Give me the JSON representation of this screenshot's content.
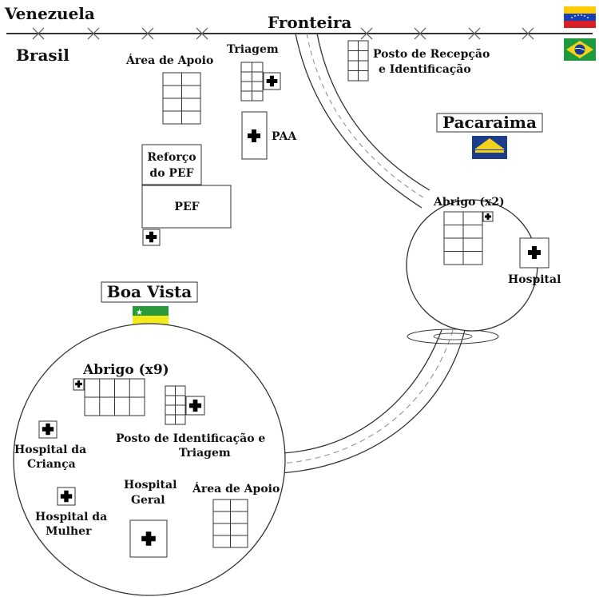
{
  "border": {
    "left_country": "Venezuela",
    "right_country": "Brasil",
    "label": "Fronteira"
  },
  "flags": {
    "venezuela": {
      "colors": [
        "#ffcc00",
        "#1a3fb5",
        "#d81e26"
      ],
      "icon": "venezuela-flag-icon"
    },
    "brazil": {
      "colors": [
        "#1f9a3e",
        "#f7d21a",
        "#1a3a8f"
      ],
      "icon": "brazil-flag-icon"
    },
    "pacaraima": {
      "colors": [
        "#1e3c8c",
        "#f2d21a"
      ],
      "icon": "pacaraima-flag-icon"
    },
    "boa_vista": {
      "colors": [
        "#2a9a3a",
        "#f2ea1a"
      ],
      "icon": "boa-vista-flag-icon"
    }
  },
  "border_facilities": {
    "area_apoio": "Área de Apoio",
    "triagem": "Triagem",
    "posto_line1": "Posto de Recepção",
    "posto_line2": "e Identificação",
    "paa": "PAA",
    "reforco_line1": "Reforço",
    "reforco_line2": "do PEF",
    "pef": "PEF"
  },
  "pacaraima": {
    "title": "Pacaraima",
    "abrigo": "Abrigo (x2)",
    "hospital": "Hospital"
  },
  "boa_vista": {
    "title": "Boa Vista",
    "abrigo": "Abrigo (x9)",
    "posto_line1": "Posto de Identificação e",
    "posto_line2": "Triagem",
    "hosp_crianca_line1": "Hospital da",
    "hosp_crianca_line2": "Criança",
    "hosp_mulher_line1": "Hospital da",
    "hosp_mulher_line2": "Mulher",
    "hosp_geral_line1": "Hospital",
    "hosp_geral_line2": "Geral",
    "area_apoio": "Área de Apoio"
  },
  "colors": {
    "line": "#333333",
    "road_dash": "#888888",
    "medical_cross": "#000000"
  }
}
